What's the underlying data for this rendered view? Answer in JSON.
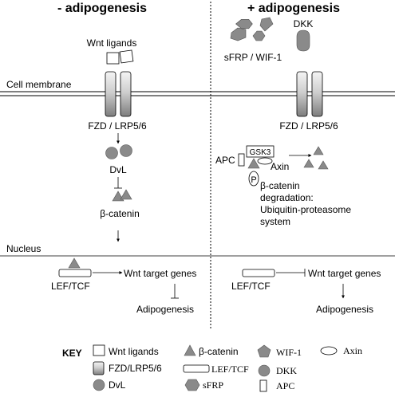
{
  "panels": {
    "left_title": "- adipogenesis",
    "right_title": "+ adipogenesis"
  },
  "labels": {
    "cell_membrane": "Cell membrane",
    "nucleus": "Nucleus",
    "wnt_ligands": "Wnt ligands",
    "fzd_left": "FZD / LRP5/6",
    "fzd_right": "FZD / LRP5/6",
    "dvl": "DvL",
    "beta_catenin": "β-catenin",
    "dkk": "DKK",
    "sfrp_wif": "sFRP / WIF-1",
    "apc": "APC",
    "gsk3": "GSK3",
    "axin": "Axin",
    "p": "P",
    "degradation_1": "β-catenin",
    "degradation_2": "degradation:",
    "degradation_3": "Ubiquitin-proteasome",
    "degradation_4": "system",
    "lef_left": "LEF/TCF",
    "lef_right": "LEF/TCF",
    "target_left": "Wnt target genes",
    "target_right": "Wnt target genes",
    "adipo_left": "Adipogenesis",
    "adipo_right": "Adipogenesis"
  },
  "key": {
    "title": "KEY",
    "wnt_ligands": "Wnt ligands",
    "fzd": "FZD/LRP5/6",
    "dvl": "DvL",
    "beta_catenin": "β-catenin",
    "lef_tcf": "LEF/TCF",
    "sfrp": "sFRP",
    "wif1": "WIF-1",
    "dkk": "DKK",
    "apc": "APC",
    "axin": "Axin"
  },
  "colors": {
    "shape_fill": "#8a8a8a",
    "receptor_light": "#f2f2f2",
    "receptor_dark": "#8c8c8c",
    "line": "#000000"
  }
}
